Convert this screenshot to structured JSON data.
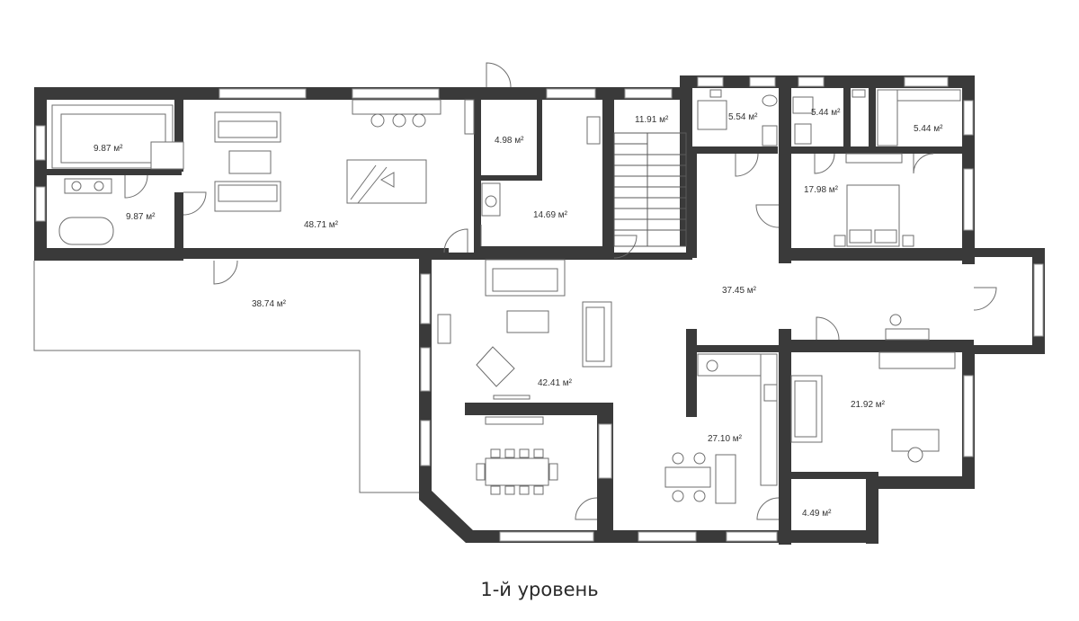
{
  "level_caption": "1-й уровень",
  "area_unit": " м²",
  "rooms": {
    "bath_upper": "9.87",
    "bath_lower": "9.87",
    "living_hall": "48.71",
    "terrace": "38.74",
    "storage": "4.98",
    "utility": "14.69",
    "stair_hall": "11.91",
    "wc_1": "5.54",
    "wc_2": "5.44",
    "wardrobe": "5.44",
    "bedroom": "17.98",
    "corridor": "37.45",
    "lounge": "42.41",
    "kitchen": "27.10",
    "study": "21.92",
    "pantry": "4.49"
  },
  "colors": {
    "wall": "#3a3a3a",
    "furniture_stroke": "#6e6e6e"
  }
}
